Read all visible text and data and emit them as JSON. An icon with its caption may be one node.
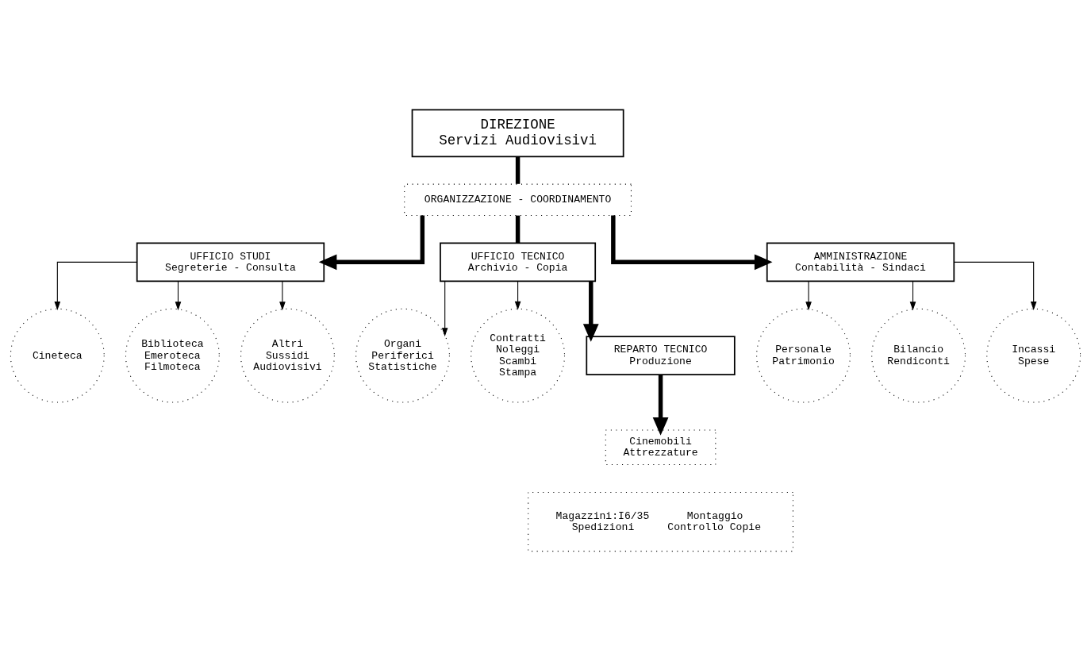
{
  "diagram": {
    "nodes": [
      {
        "text": [
          "DIREZIONE",
          "Servizi Audiovisivi"
        ]
      },
      {
        "text": [
          "ORGANIZZAZIONE - COORDINAMENTO"
        ]
      },
      {
        "text": [
          "UFFICIO STUDI",
          "Segreterie - Consulta"
        ]
      },
      {
        "text": [
          "Cineteca"
        ]
      },
      {
        "text": [
          "Biblioteca Emeroteca Filmoteca"
        ]
      },
      {
        "text": [
          "Altri Sussidi Audiovisivi"
        ]
      },
      {
        "text": [
          "UFFICIO TECNICO",
          "Archivio - Copia"
        ]
      },
      {
        "text": [
          "Organi Periferici Statistiche"
        ]
      },
      {
        "text": [
          "Contratti Noleggi Scambi Stampa"
        ]
      },
      {
        "text": [
          "REPARTO TECNICO",
          "Produzione"
        ]
      },
      {
        "text": [
          "Cinemobili Attrezzature"
        ]
      },
      {
        "text": [
          "Magazzini:I6/35 Spedizioni",
          "Montaggio Controllo Copie"
        ]
      },
      {
        "text": [
          "AMMINISTRAZIONE",
          "Contabilità - Sindaci"
        ]
      },
      {
        "text": [
          "Personale Patrimonio"
        ]
      },
      {
        "text": [
          "Bilancio Rendiconti"
        ]
      },
      {
        "text": [
          "Incassi Spese"
        ]
      }
    ],
    "edges": [
      {
        "from": 0,
        "to": 1,
        "arrow": "none",
        "style": "thick"
      },
      {
        "from": 1,
        "to": 2,
        "arrow": "to",
        "style": "thick"
      },
      {
        "from": 1,
        "to": 6,
        "arrow": "none",
        "style": "thick"
      },
      {
        "from": 1,
        "to": 12,
        "arrow": "to",
        "style": "thick"
      },
      {
        "from": 2,
        "to": 3,
        "arrow": "to"
      },
      {
        "from": 2,
        "to": 5,
        "arrow": "to"
      },
      {
        "from": 2,
        "to": 4,
        "arrow": "to"
      },
      {
        "from": 6,
        "to": 7,
        "arrow": "to"
      },
      {
        "from": 6,
        "to": 9,
        "arrow": "to",
        "style": "thick"
      },
      {
        "from": 6,
        "to": 8,
        "arrow": "to"
      },
      {
        "from": 9,
        "to": 10,
        "arrow": "to",
        "style": "thick"
      },
      {
        "from": 12,
        "to": 13,
        "arrow": "to"
      },
      {
        "from": 12,
        "to": 15,
        "arrow": "to"
      },
      {
        "from": 12,
        "to": 14,
        "arrow": "to"
      }
    ]
  }
}
